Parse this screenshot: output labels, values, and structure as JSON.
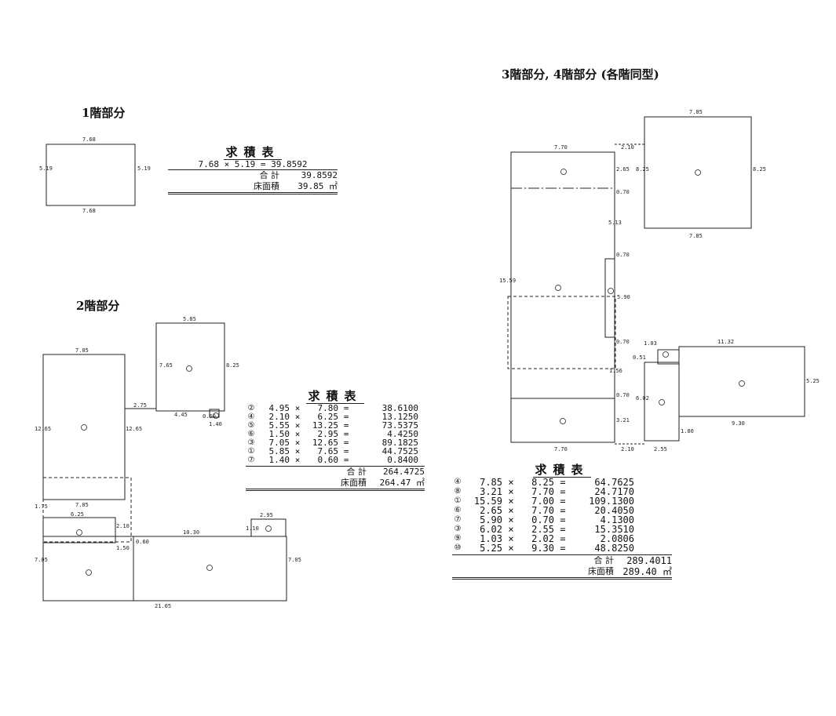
{
  "floor1": {
    "title": "1階部分",
    "dims": {
      "top": "7.68",
      "bottom": "7.68",
      "left": "5.19",
      "right": "5.19"
    },
    "table": {
      "title": "求積表",
      "formula": "7.68 × 5.19 = 39.8592",
      "total_label": "合 計",
      "total_value": "39.8592",
      "area_label": "床面積",
      "area_value": "39.85 ㎡"
    }
  },
  "floor2": {
    "title": "2階部分",
    "dims": {
      "d1": "5.85",
      "d2": "7.65",
      "d3": "8.25",
      "d4": "4.45",
      "d5": "0.60",
      "d6": "1.40",
      "d7": "7.05",
      "d8": "12.65",
      "d9": "12.65",
      "d10": "2.75",
      "d11": "7.05",
      "d12": "1.75",
      "d13": "6.25",
      "d14": "2.10",
      "d15": "1.50",
      "d16": "2.95",
      "d17": "1.10",
      "d18": "10.30",
      "d19": "0.60",
      "d20": "7.05",
      "d21": "7.05",
      "d22": "21.05"
    },
    "table": {
      "title": "求積表",
      "rows": [
        {
          "mark": "②",
          "a": "4.95",
          "b": "7.80",
          "r": "38.6100"
        },
        {
          "mark": "④",
          "a": "2.10",
          "b": "6.25",
          "r": "13.1250"
        },
        {
          "mark": "⑤",
          "a": "5.55",
          "b": "13.25",
          "r": "73.5375"
        },
        {
          "mark": "⑥",
          "a": "1.50",
          "b": "2.95",
          "r": "4.4250"
        },
        {
          "mark": "③",
          "a": "7.05",
          "b": "12.65",
          "r": "89.1825"
        },
        {
          "mark": "①",
          "a": "5.85",
          "b": "7.65",
          "r": "44.7525"
        },
        {
          "mark": "⑦",
          "a": "1.40",
          "b": "0.60",
          "r": "0.8400"
        }
      ],
      "total_label": "合 計",
      "total_value": "264.4725",
      "area_label": "床面積",
      "area_value": "264.47 ㎡"
    }
  },
  "floor34": {
    "title": "3階部分, 4階部分 (各階同型)",
    "dims": {
      "e1": "7.70",
      "e2": "2.10",
      "e3": "2.65",
      "e4": "8.25",
      "e5": "7.85",
      "e6": "8.25",
      "e7": "7.85",
      "e8": "0.70",
      "e9": "5.13",
      "e10": "0.70",
      "e11": "15.59",
      "e12": "5.90",
      "e13": "0.70",
      "e14": "1.56",
      "e15": "0.70",
      "e16": "3.21",
      "e17": "7.70",
      "e18": "2.10",
      "e19": "1.03",
      "e20": "0.51",
      "e21": "11.32",
      "e22": "6.02",
      "e23": "5.25",
      "e24": "1.80",
      "e25": "2.55",
      "e26": "9.30"
    },
    "table": {
      "title": "求積表",
      "rows": [
        {
          "mark": "④",
          "a": "7.85",
          "b": "8.25",
          "r": "64.7625"
        },
        {
          "mark": "⑧",
          "a": "3.21",
          "b": "7.70",
          "r": "24.7170"
        },
        {
          "mark": "①",
          "a": "15.59",
          "b": "7.00",
          "r": "109.1300"
        },
        {
          "mark": "⑥",
          "a": "2.65",
          "b": "7.70",
          "r": "20.4050"
        },
        {
          "mark": "⑦",
          "a": "5.90",
          "b": "0.70",
          "r": "4.1300"
        },
        {
          "mark": "③",
          "a": "6.02",
          "b": "2.55",
          "r": "15.3510"
        },
        {
          "mark": "⑨",
          "a": "1.03",
          "b": "2.02",
          "r": "2.0806"
        },
        {
          "mark": "⑩",
          "a": "5.25",
          "b": "9.30",
          "r": "48.8250"
        }
      ],
      "total_label": "合 計",
      "total_value": "289.4011",
      "area_label": "床面積",
      "area_value": "289.40 ㎡"
    }
  },
  "symbols": {
    "times": "×",
    "equals": "="
  }
}
